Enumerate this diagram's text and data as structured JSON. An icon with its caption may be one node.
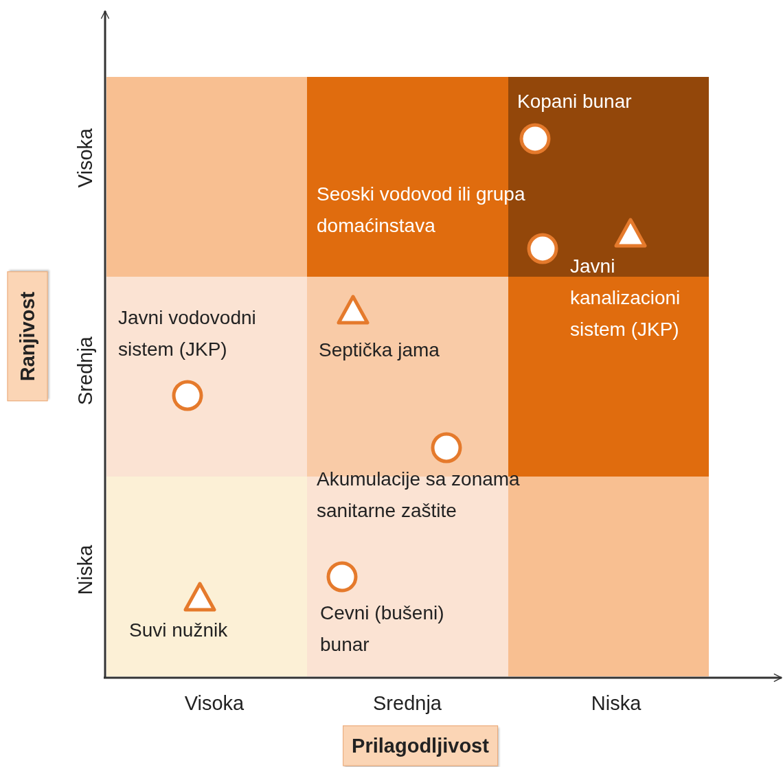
{
  "diagram": {
    "nodes": [
      {
        "text": [],
        "shape": "circle",
        "beside": [
          "Kopani bunar"
        ]
      },
      {
        "text": [],
        "shape": "circle",
        "beside": [
          "Seoski vodovod ili grupa domaćinstava"
        ]
      },
      {
        "text": [],
        "shape": "triangle",
        "beside": [
          "Javni kanalizacioni sistem (JKP)"
        ]
      },
      {
        "text": [],
        "shape": "circle",
        "beside": [
          "Javni vodovodni sistem (JKP)"
        ]
      },
      {
        "text": [],
        "shape": "triangle",
        "beside": [
          "Septička jama"
        ]
      },
      {
        "text": [],
        "shape": "circle",
        "beside": [
          "Akumulacije sa zonama sanitarne zaštite"
        ]
      },
      {
        "text": [],
        "shape": "triangle",
        "beside": [
          "Suvi nužnik"
        ]
      },
      {
        "text": [],
        "shape": "circle",
        "beside": [
          "Cevni (bušeni) bunar"
        ]
      }
    ],
    "labels": [
      "Visoka",
      "Ranjivost",
      "Srednja",
      "Niska",
      "Visoka",
      "Srednja",
      "Niska",
      "Prilagodljivost"
    ]
  }
}
